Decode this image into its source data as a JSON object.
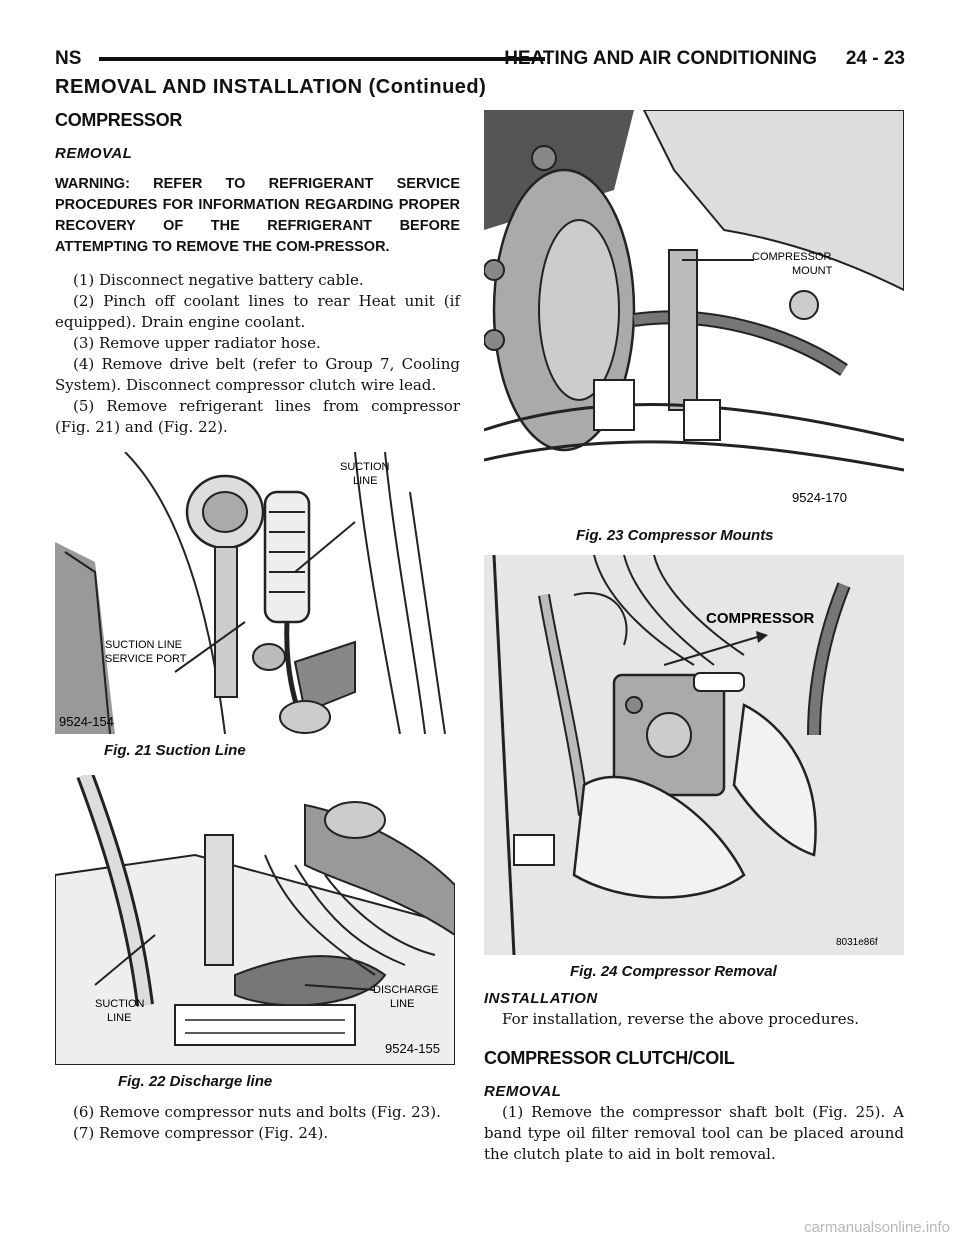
{
  "header": {
    "code": "NS",
    "title": "HEATING AND AIR CONDITIONING",
    "page": "24 - 23"
  },
  "continued": "REMOVAL AND INSTALLATION (Continued)",
  "compressor": {
    "heading": "COMPRESSOR",
    "removal_heading": "REMOVAL",
    "warning": "WARNING: REFER TO REFRIGERANT SERVICE PROCEDURES FOR INFORMATION REGARDING PROPER RECOVERY OF THE REFRIGERANT BEFORE ATTEMPTING TO REMOVE THE COM-PRESSOR.",
    "steps": [
      "(1) Disconnect negative battery cable.",
      "(2) Pinch off coolant lines to rear Heat unit (if equipped). Drain engine coolant.",
      "(3) Remove upper radiator hose.",
      "(4) Remove drive belt (refer to Group 7, Cooling System). Disconnect compressor clutch wire lead.",
      "(5) Remove refrigerant lines from compressor (Fig. 21) and (Fig. 22)."
    ],
    "steps_after": [
      "(6) Remove compressor nuts and bolts (Fig. 23).",
      "(7) Remove compressor (Fig. 24)."
    ],
    "installation_heading": "INSTALLATION",
    "installation_text": "For installation, reverse the above procedures."
  },
  "clutch": {
    "heading": "COMPRESSOR CLUTCH/COIL",
    "removal_heading": "REMOVAL",
    "step1": "(1) Remove the compressor shaft bolt (Fig. 25). A band type oil filter removal tool can be placed around the clutch plate to aid in bolt removal."
  },
  "figures": {
    "fig21": {
      "caption": "Fig. 21 Suction Line",
      "label_a1": "SUCTION",
      "label_a2": "LINE",
      "label_b1": "SUCTION LINE",
      "label_b2": "SERVICE PORT",
      "code": "9524-154"
    },
    "fig22": {
      "caption": "Fig. 22 Discharge line",
      "label_a1": "SUCTION",
      "label_a2": "LINE",
      "label_b1": "DISCHARGE",
      "label_b2": "LINE",
      "code": "9524-155"
    },
    "fig23": {
      "caption": "Fig. 23 Compressor Mounts",
      "label_a1": "COMPRESSOR",
      "label_a2": "MOUNT",
      "code": "9524-170"
    },
    "fig24": {
      "caption": "Fig. 24 Compressor Removal",
      "label_a1": "COMPRESSOR",
      "code": "8031e86f"
    }
  },
  "watermark": "carmanualsonline.info"
}
